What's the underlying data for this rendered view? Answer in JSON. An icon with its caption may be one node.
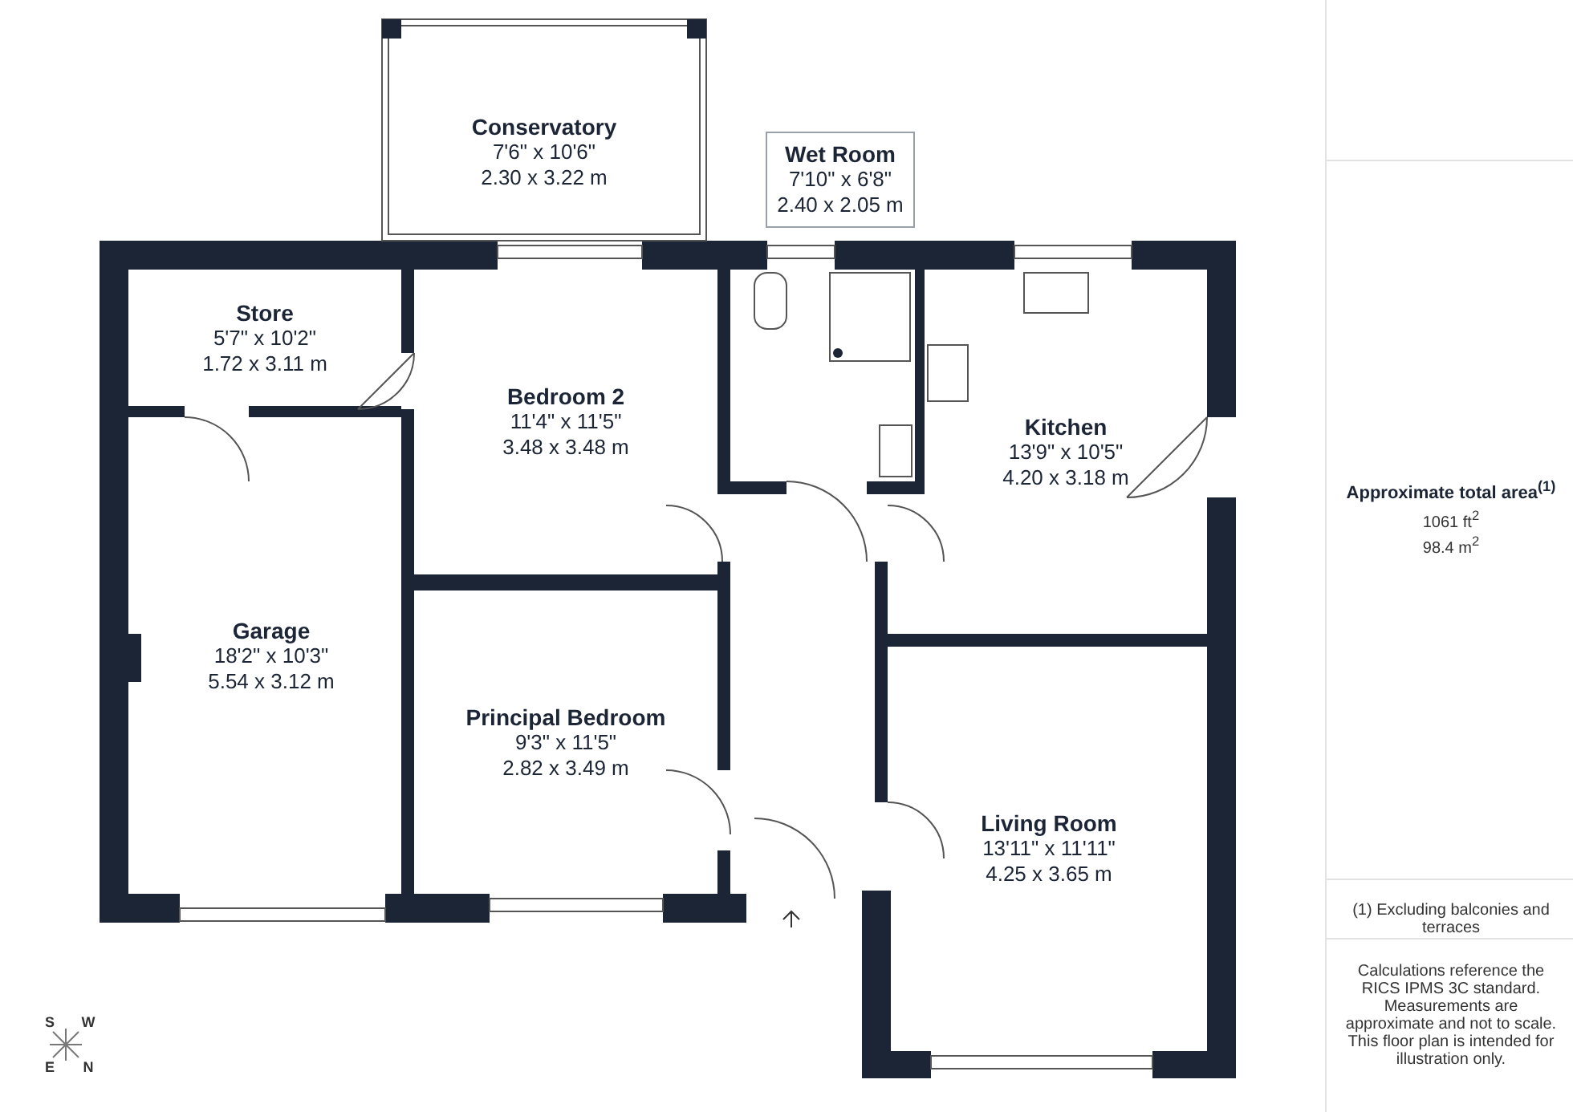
{
  "diagram": {
    "nodes": [
      {
        "text": [
          "Conservatory",
          "7'6\" x 10'6\"",
          "2.30 x 3.22 m"
        ]
      },
      {
        "text": [
          "Wet Room",
          "7'10\" x 6'8\"",
          "2.40 x 2.05 m"
        ]
      },
      {
        "text": [
          "Store",
          "5'7\" x 10'2\"",
          "1.72 x 3.11 m"
        ]
      },
      {
        "text": [
          "Bedroom 2",
          "11'4\" x 11'5\"",
          "3.48 x 3.48 m"
        ]
      },
      {
        "text": [
          "Kitchen",
          "13'9\" x 10'5\"",
          "4.20 x 3.18 m"
        ]
      },
      {
        "text": [
          "Garage",
          "18'2\" x 10'3\"",
          "5.54 x 3.12 m"
        ]
      },
      {
        "text": [
          "Principal Bedroom",
          "9'3\" x 11'5\"",
          "2.82 x 3.49 m"
        ]
      },
      {
        "text": [
          "Living Room",
          "13'11\" x 11'11\"",
          "4.25 x 3.65 m"
        ]
      }
    ],
    "labels": [
      "Approximate total area$^{(1)}$",
      "1061 ft$^{2}$",
      "98.4 m$^{2}$",
      "(1) Excluding balconies and terraces",
      "Calculations reference the RICS IPMS 3C standard. Measurements are approximate and not to scale. This floor plan is intended for illustration only.",
      "S",
      "W",
      "E",
      "N"
    ]
  }
}
